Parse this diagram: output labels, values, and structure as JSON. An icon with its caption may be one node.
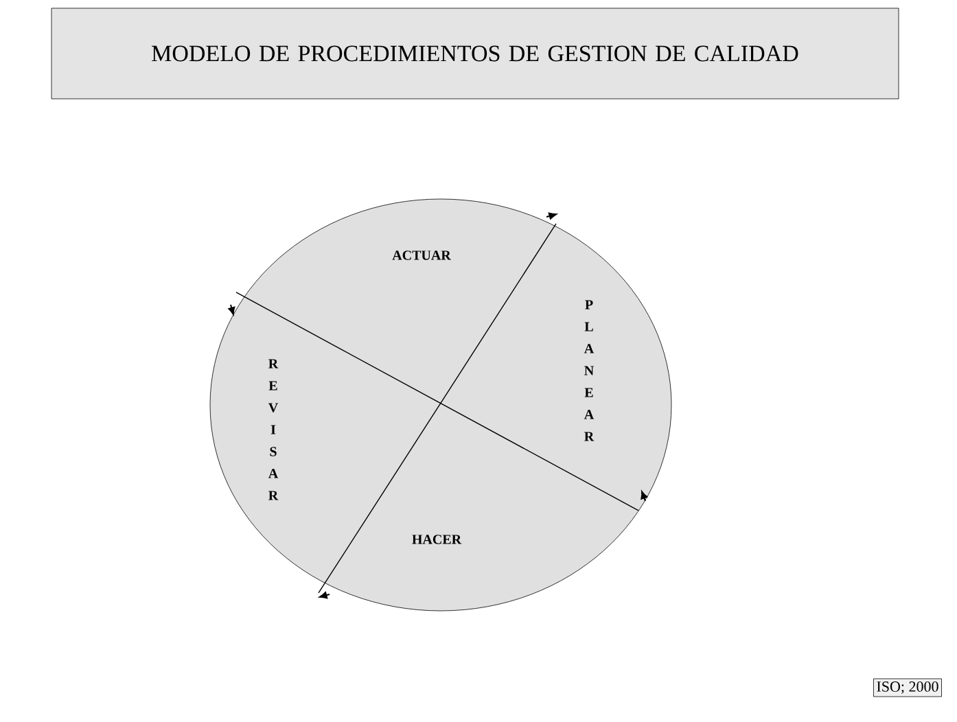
{
  "diagram": {
    "title": "MODELO DE PROCEDIMIENTOS DE GESTION DE CALIDAD",
    "nodes": [
      {
        "text": [
          "ACTUAR",
          "PLANEAR",
          "HACER",
          "REVISAR"
        ]
      },
      {
        "text": [
          "ISO; 2000"
        ]
      }
    ],
    "edges": []
  }
}
